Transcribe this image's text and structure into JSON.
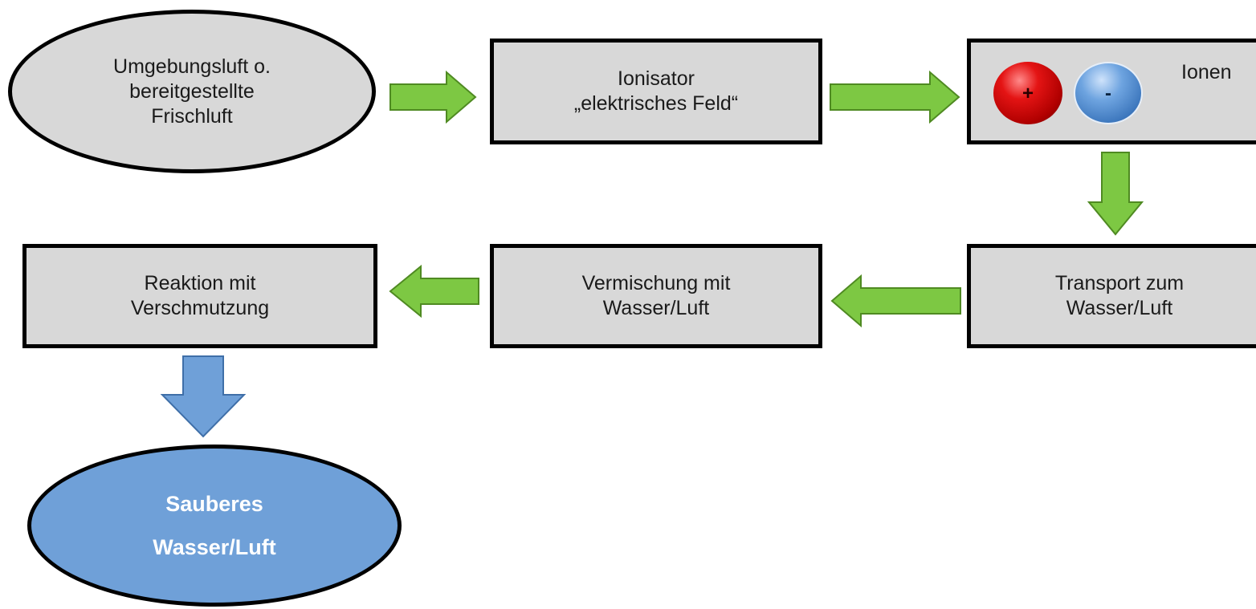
{
  "nodes": {
    "ambient_air": "Umgebungsluft o.\nbereitgestellte\nFrischluft",
    "ionizer": "Ionisator\n„elektrisches Feld“",
    "ions": {
      "title": "Ionen",
      "positive_symbol": "+",
      "negative_symbol": "-"
    },
    "transport": "Transport zum\nWasser/Luft",
    "mixing": "Vermischung mit\nWasser/Luft",
    "reaction": "Reaktion mit\nVerschmutzung",
    "clean": "Sauberes\nWasser/Luft"
  },
  "colors": {
    "box_fill": "#d8d8d8",
    "border": "#000000",
    "flow_arrow": "#7dc843",
    "flow_arrow_outline": "#4f8a22",
    "result_fill": "#6fa0d8",
    "result_arrow_outline": "#3f6fa8",
    "positive_ion": "#e41414",
    "negative_ion": "#3d77bd"
  },
  "icons": [
    "right-arrow",
    "down-arrow",
    "left-arrow",
    "positive-ion-sphere",
    "negative-ion-sphere"
  ]
}
